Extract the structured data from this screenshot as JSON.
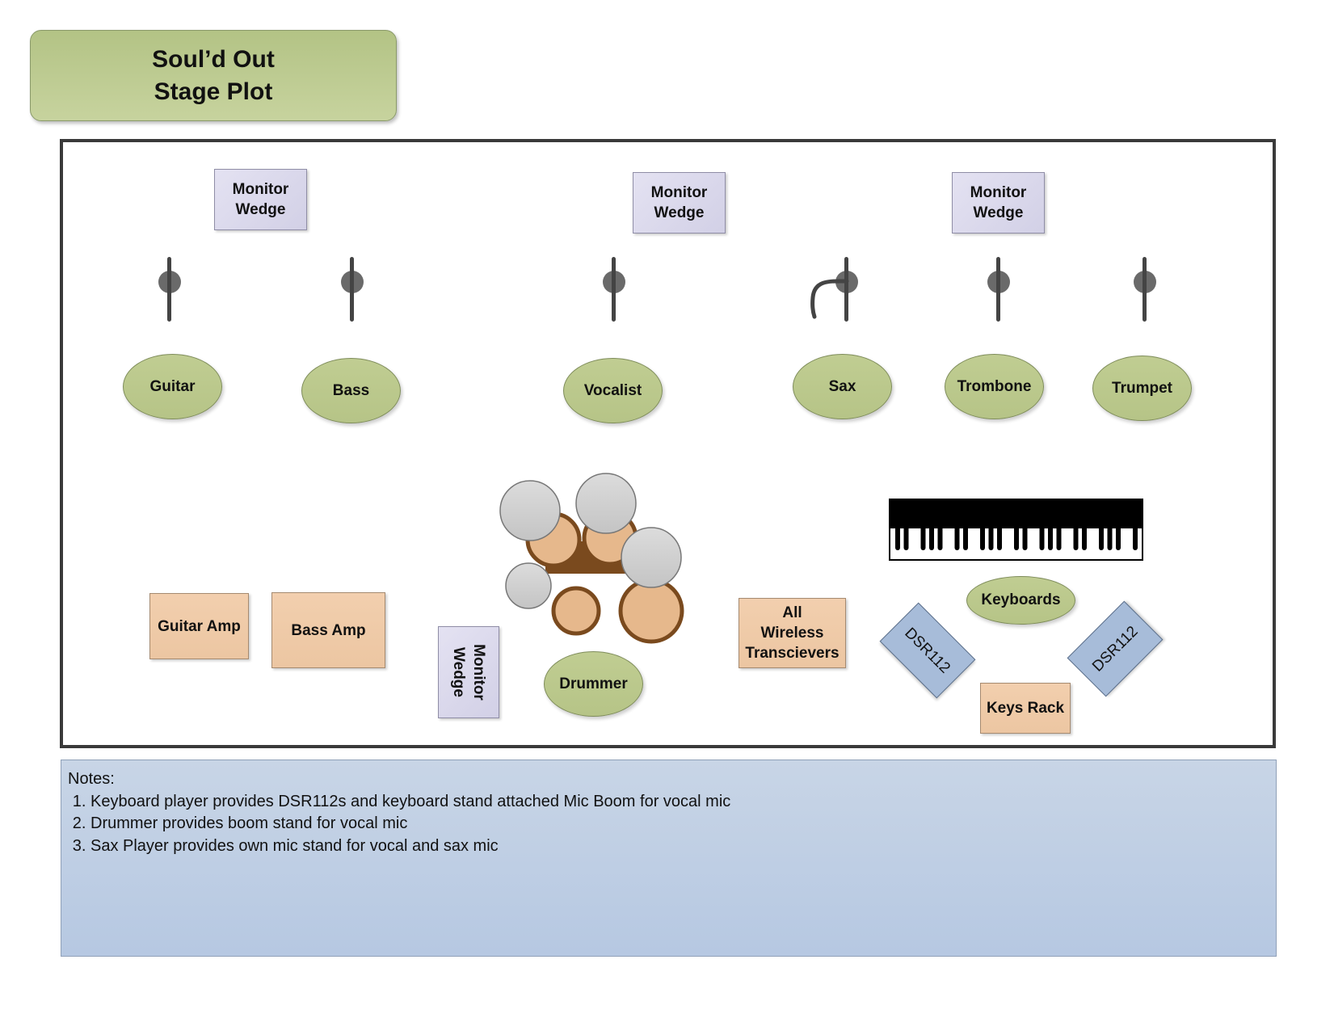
{
  "title": {
    "line1": "Soul’d Out",
    "line2": "Stage Plot"
  },
  "stage": {
    "monitors": [
      {
        "id": "left",
        "line1": "Monitor",
        "line2": "Wedge"
      },
      {
        "id": "center",
        "line1": "Monitor",
        "line2": "Wedge"
      },
      {
        "id": "right",
        "line1": "Monitor",
        "line2": "Wedge"
      },
      {
        "id": "drums",
        "line1": "Monitor",
        "line2": "Wedge"
      }
    ],
    "performers": [
      {
        "id": "guitar",
        "label": "Guitar"
      },
      {
        "id": "bass",
        "label": "Bass"
      },
      {
        "id": "vocalist",
        "label": "Vocalist"
      },
      {
        "id": "sax",
        "label": "Sax"
      },
      {
        "id": "trombone",
        "label": "Trombone"
      },
      {
        "id": "trumpet",
        "label": "Trumpet"
      },
      {
        "id": "drummer",
        "label": "Drummer"
      },
      {
        "id": "keyboards",
        "label": "Keyboards"
      }
    ],
    "amps": [
      {
        "id": "guitar-amp",
        "label": "Guitar Amp"
      },
      {
        "id": "bass-amp",
        "label": "Bass Amp"
      }
    ],
    "wireless": {
      "line1": "All",
      "line2": "Wireless",
      "line3": "Transcievers"
    },
    "speakers": [
      {
        "id": "left",
        "label": "DSR112"
      },
      {
        "id": "right",
        "label": "DSR112"
      }
    ],
    "keys_rack": {
      "label": "Keys Rack"
    },
    "icons": {
      "mic": "mic-stand-icon",
      "boom": "boom-mic-icon",
      "drums": "drum-kit-icon",
      "keyboard": "keyboard-icon"
    }
  },
  "notes": {
    "heading": "Notes:",
    "items": [
      "Keyboard player provides DSR112s and keyboard stand attached Mic Boom for vocal mic",
      "Drummer provides boom stand for vocal mic",
      "Sax Player provides own mic stand for vocal and sax mic"
    ]
  }
}
